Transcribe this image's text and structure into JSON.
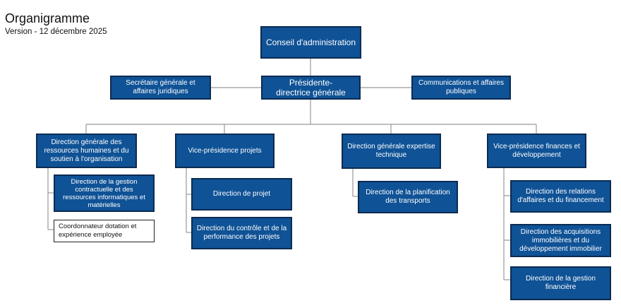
{
  "header": {
    "title": "Organigramme",
    "version": "Version - 12 décembre 2025"
  },
  "colors": {
    "box_fill": "#0f5296",
    "box_border": "#0b2b52",
    "line": "#999999"
  },
  "nodes": {
    "board": "Conseil d'administration",
    "president": "Présidente-\ndirectrice générale",
    "secretary": "Secrétaire générale et\naffaires juridiques",
    "communications": "Communications et affaires\npubliques",
    "hr_direction": "Direction générale des\nressources humaines et du\nsoutien à l'organisation",
    "contract_direction": "Direction de la gestion\ncontractuelle et des\nressources informatiques et\nmatérielles",
    "coordinator": "Coordonnateur dotation et\nexpérience employée",
    "vp_projects": "Vice-présidence projets",
    "project_direction": "Direction de projet",
    "control_direction": "Direction du contrôle et de la\nperformance des projets",
    "expertise_direction": "Direction générale expertise\ntechnique",
    "transport_planning": "Direction de la planification\ndes transports",
    "vp_finance": "Vice-présidence finances et\ndéveloppement",
    "business_relations": "Direction des relations\nd'affaires et du financement",
    "real_estate": "Direction des acquisitions\nimmobilières et du\ndéveloppement immobilier",
    "financial_management": "Direction de la gestion\nfinancière"
  }
}
